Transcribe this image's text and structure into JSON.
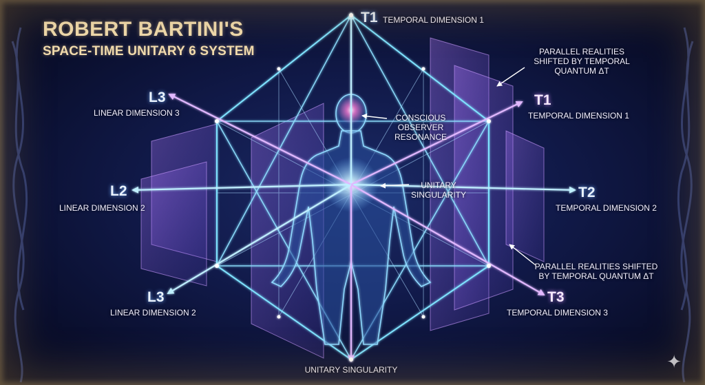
{
  "title": {
    "line1": "ROBERT BARTINI'S",
    "line2": "SPACE-TIME UNITARY 6 SYSTEM"
  },
  "axes": {
    "t1_top": {
      "symbol": "T1",
      "label": "TEMPORAL DIMENSION 1"
    },
    "t1_right": {
      "symbol": "T1",
      "label": "TEMPORAL DIMENSION 1"
    },
    "t2": {
      "symbol": "T2",
      "label": "TEMPORAL DIMENSION 2"
    },
    "t3": {
      "symbol": "T3",
      "label": "TEMPORAL DIMENSION 3"
    },
    "l3_upper": {
      "symbol": "L3",
      "label": "LINEAR DIMENSION 3"
    },
    "l2": {
      "symbol": "L2",
      "label": "LINEAR DIMENSION 2"
    },
    "l3_lower": {
      "symbol": "L3",
      "label": "LINEAR DIMENSION 2"
    }
  },
  "annotations": {
    "parallel_top": [
      "PARALLEL REALITIES",
      "SHIFTED BY TEMPORAL",
      "QUANTUM ΔT"
    ],
    "parallel_bottom": [
      "PARALLEL REALITIES SHIFTED",
      "BY TEMPORAL QUANTUM ΔT"
    ],
    "conscious": [
      "CONSCIOUS",
      "OBSERVER",
      "RESONANCE"
    ],
    "unitary_center": [
      "UNITARY",
      "SINGULARITY"
    ],
    "unitary_bottom": "UNITARY SINGULARITY"
  },
  "colors": {
    "cyan": "#7fe3ff",
    "violet": "#c98bff",
    "gold": "#f2dcae"
  },
  "icons": {
    "corner": "sparkle-icon"
  }
}
